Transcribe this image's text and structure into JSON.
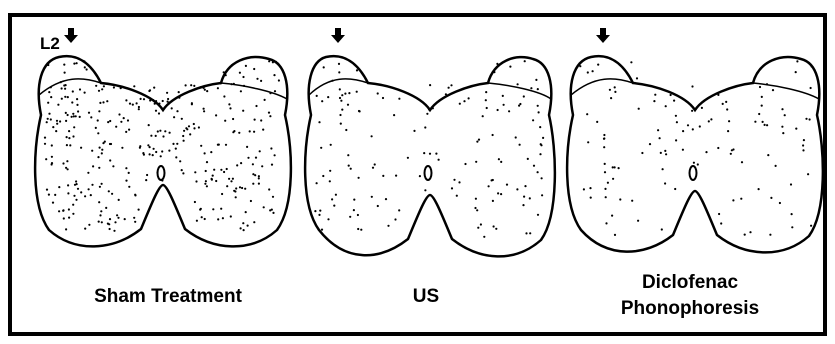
{
  "figure": {
    "segment_label": "L2",
    "panels": [
      {
        "caption_lines": [
          "Sham Treatment"
        ],
        "dot_density": "high",
        "dot_count": 360
      },
      {
        "caption_lines": [
          "US"
        ],
        "dot_density": "medium",
        "dot_count": 150
      },
      {
        "caption_lines": [
          "Diclofenac",
          "Phonophoresis"
        ],
        "dot_density": "low",
        "dot_count": 120
      }
    ],
    "colors": {
      "ink": "#000000",
      "background": "#ffffff"
    }
  }
}
